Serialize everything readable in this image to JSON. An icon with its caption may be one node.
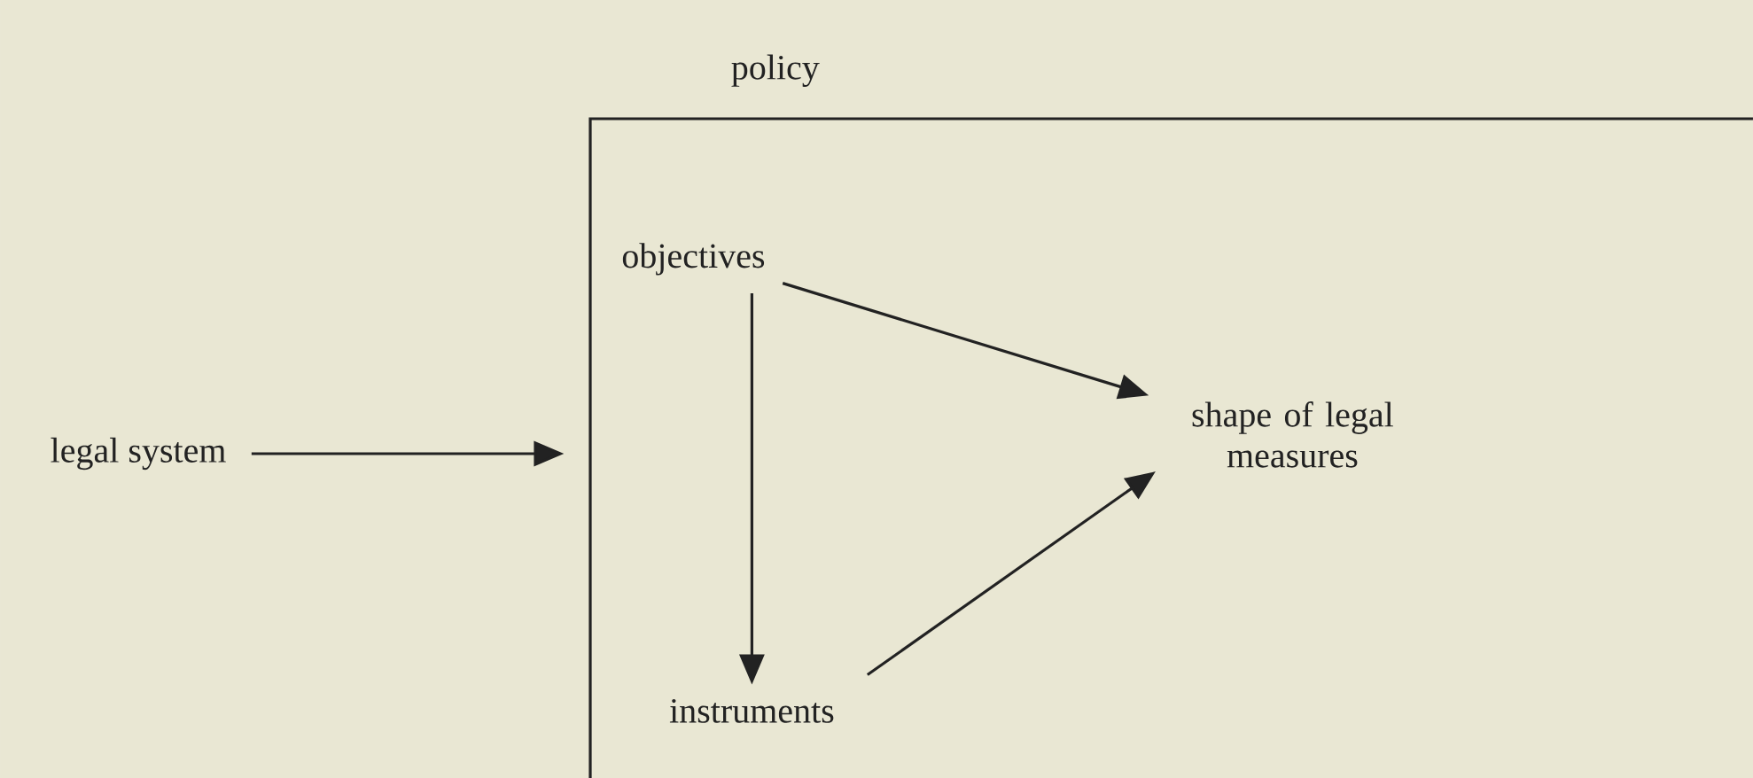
{
  "diagram": {
    "nodes": [
      {
        "text": [
          "policy"
        ]
      },
      {
        "text": [
          "legal system"
        ]
      },
      {
        "text": [
          "objectives"
        ],
        "in": 0
      },
      {
        "text": [
          "instruments"
        ],
        "in": 0
      },
      {
        "text": [
          "shape of legal measures"
        ],
        "in": 0
      }
    ],
    "edges": [
      {
        "from": 1,
        "to": 0,
        "arrow": "to"
      },
      {
        "from": 2,
        "to": 3,
        "arrow": "to"
      },
      {
        "from": 2,
        "to": 4,
        "arrow": "to"
      },
      {
        "from": 3,
        "to": 4,
        "arrow": "to"
      }
    ]
  }
}
